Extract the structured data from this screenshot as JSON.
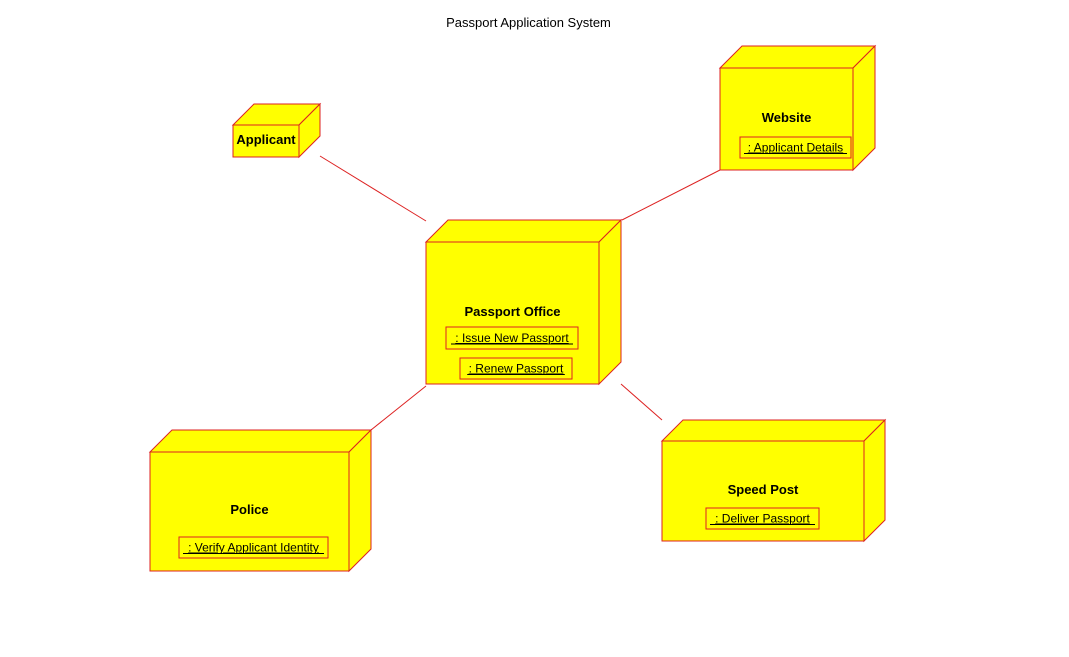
{
  "title": "Passport Application System",
  "colors": {
    "node_fill": "#ffff00",
    "border": "#dd2222",
    "text": "#000000"
  },
  "nodes": [
    {
      "id": "applicant",
      "label": "Applicant",
      "artifacts": []
    },
    {
      "id": "website",
      "label": "Website",
      "artifacts": [
        ": Applicant Details"
      ]
    },
    {
      "id": "passport-office",
      "label": "Passport Office",
      "artifacts": [
        ": Issue New Passport",
        ": Renew Passport"
      ]
    },
    {
      "id": "police",
      "label": "Police",
      "artifacts": [
        ": Verify Applicant Identity"
      ]
    },
    {
      "id": "speed-post",
      "label": "Speed Post",
      "artifacts": [
        ": Deliver Passport"
      ]
    }
  ],
  "links": [
    {
      "from": "applicant",
      "to": "passport-office"
    },
    {
      "from": "website",
      "to": "passport-office"
    },
    {
      "from": "police",
      "to": "passport-office"
    },
    {
      "from": "speed-post",
      "to": "passport-office"
    }
  ]
}
